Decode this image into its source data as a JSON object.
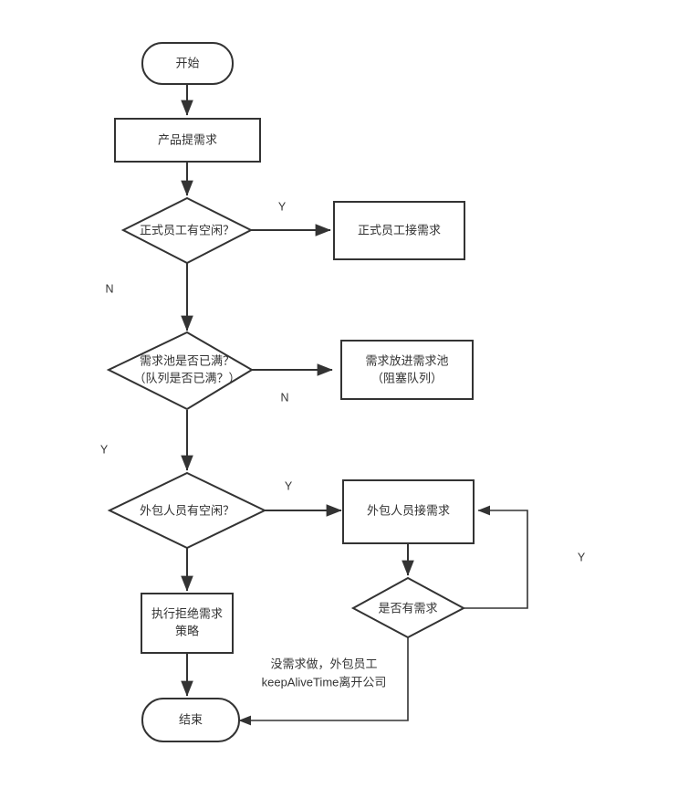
{
  "diagram": {
    "title": "",
    "background_color": "#ffffff",
    "stroke_color": "#333333",
    "text_color": "#333333",
    "nodes": [
      {
        "id": "start",
        "type": "terminator",
        "label": "开始"
      },
      {
        "id": "product_request",
        "type": "process",
        "label": "产品提需求"
      },
      {
        "id": "staff_idle",
        "type": "decision",
        "label": "正式员工有空闲？"
      },
      {
        "id": "staff_take",
        "type": "process",
        "label": "正式员工接需求"
      },
      {
        "id": "pool_full",
        "type": "decision",
        "label_line1": "需求池是否已满？",
        "label_line2": "（队列是否已满？）"
      },
      {
        "id": "put_into_pool",
        "type": "process",
        "label_line1": "需求放进需求池",
        "label_line2": "（阻塞队列）"
      },
      {
        "id": "outsource_idle",
        "type": "decision",
        "label": "外包人员有空闲？"
      },
      {
        "id": "outsource_take",
        "type": "process",
        "label": "外包人员接需求"
      },
      {
        "id": "has_request",
        "type": "decision",
        "label": "是否有需求"
      },
      {
        "id": "reject_policy",
        "type": "process",
        "label_line1": "执行拒绝需求",
        "label_line2": "策略"
      },
      {
        "id": "end",
        "type": "terminator",
        "label": "结束"
      }
    ],
    "edge_labels": [
      {
        "id": "staff-yes",
        "label": "Y"
      },
      {
        "id": "staff-no",
        "label": "N"
      },
      {
        "id": "pool-no",
        "label": "N"
      },
      {
        "id": "pool-yes",
        "label": "Y"
      },
      {
        "id": "outsource-yes",
        "label": "Y"
      },
      {
        "id": "loop-yes",
        "label": "Y"
      }
    ],
    "annotations": [
      {
        "id": "keepalive-note",
        "line1": "没需求做，外包员工",
        "line2": "keepAliveTime离开公司"
      }
    ]
  }
}
